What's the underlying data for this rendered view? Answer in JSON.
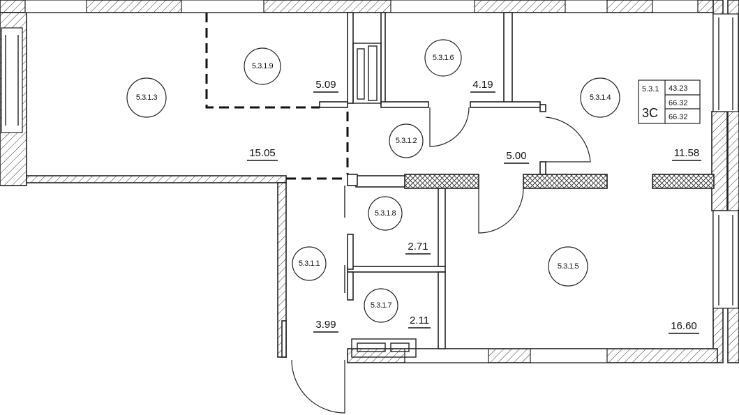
{
  "apartment": {
    "id": "5.3.1",
    "type_label": "3С",
    "living_area": "43.23",
    "total_area": "66.32",
    "total_area_with_balcony": "66.32"
  },
  "rooms": [
    {
      "id": "5.3.1.1",
      "area": "3.99"
    },
    {
      "id": "5.3.1.2",
      "area": "5.00"
    },
    {
      "id": "5.3.1.3",
      "area": "15.05"
    },
    {
      "id": "5.3.1.4",
      "area": "11.58"
    },
    {
      "id": "5.3.1.5",
      "area": "16.60"
    },
    {
      "id": "5.3.1.6",
      "area": "4.19"
    },
    {
      "id": "5.3.1.7",
      "area": "2.11"
    },
    {
      "id": "5.3.1.8",
      "area": "2.71"
    },
    {
      "id": "5.3.1.9",
      "area": "5.09"
    }
  ]
}
